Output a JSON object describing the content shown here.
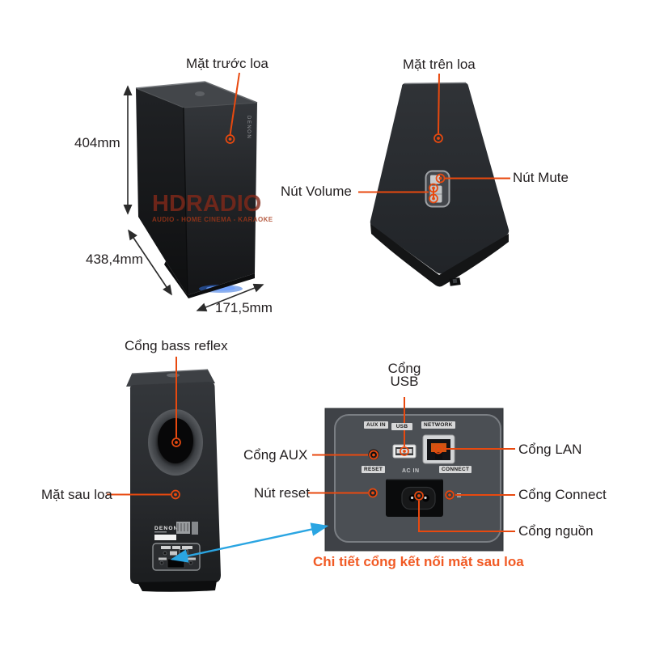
{
  "colors": {
    "annotation": "#e8490f",
    "caption": "#f15a24",
    "blue_arrow": "#2aa5e2",
    "dimension": "#2b2b2b"
  },
  "watermark": {
    "brand": "HDRADIO",
    "tagline": "AUDIO - HOME CINEMA - KARAOKE"
  },
  "front_view": {
    "label": "Mặt trước loa",
    "dim_height": "404mm",
    "dim_depth": "438,4mm",
    "dim_width": "171,5mm",
    "brand_side": "DENON"
  },
  "top_view": {
    "label": "Mặt trên loa",
    "volume": "Nút Volume",
    "mute": "Nút Mute"
  },
  "back_view": {
    "label": "Mặt sau loa",
    "bass": "Cổng bass reflex",
    "brand": "DENON"
  },
  "detail_panel": {
    "caption": "Chi tiết cổng kết nối mặt sau loa",
    "port_tags": {
      "aux": "AUX IN",
      "usb": "USB",
      "network": "NETWORK",
      "reset": "RESET",
      "ac_in": "AC IN",
      "connect": "CONNECT"
    },
    "callouts": {
      "usb": "Cổng USB",
      "aux": "Cổng AUX",
      "lan": "Cổng LAN",
      "reset": "Nút reset",
      "connect": "Cổng Connect",
      "power": "Cổng nguồn"
    }
  }
}
